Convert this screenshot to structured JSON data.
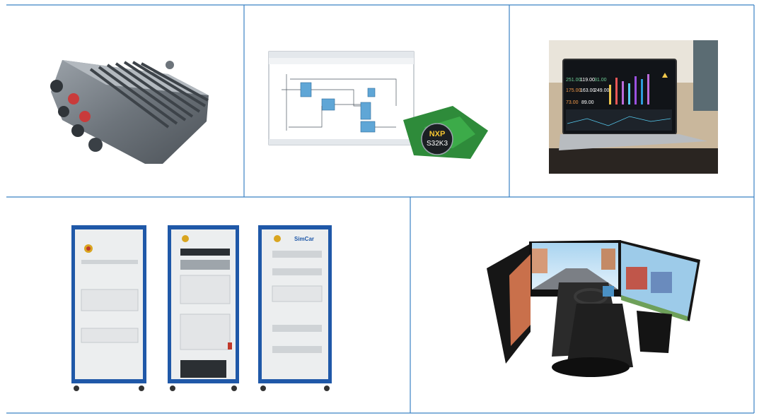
{
  "grid": {
    "border_color": "#3b82c4",
    "left_gradient_top": "#c0509a",
    "left_gradient_bottom": "#b84fa0"
  },
  "panels": [
    {
      "id": "ecu-controller",
      "icon": "ecu-box-icon"
    },
    {
      "id": "simulink-model",
      "icon": "simulink-screen-icon",
      "chip_brand": "NXP",
      "chip_model": "S32K3"
    },
    {
      "id": "laptop-dashboard",
      "icon": "laptop-icon",
      "readouts": [
        "251.00",
        "119.00",
        "31.00",
        "175.00",
        "163.00",
        "249.00",
        "73.00",
        "89.00"
      ]
    },
    {
      "id": "hil-racks",
      "icon": "rack-cabinet-icon",
      "rack_brand": "SimCar"
    },
    {
      "id": "driving-simulator",
      "icon": "driving-simulator-icon"
    }
  ]
}
